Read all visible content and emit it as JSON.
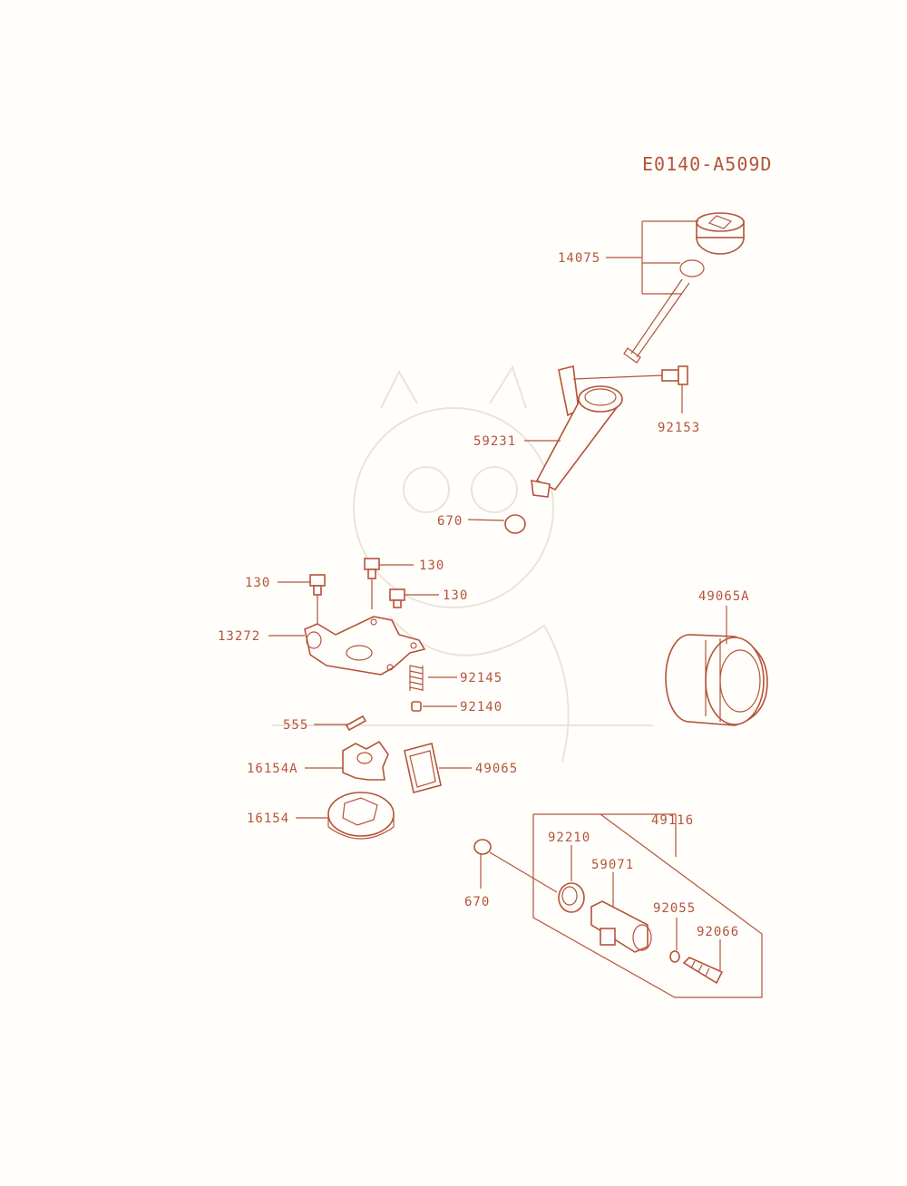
{
  "diagram_code": "E0140-A509D",
  "color": "#b5533a",
  "labels": {
    "p14075": "14075",
    "p92153": "92153",
    "p59231": "59231",
    "p670a": "670",
    "p130a": "130",
    "p130b": "130",
    "p130c": "130",
    "p13272": "13272",
    "p92145": "92145",
    "p92140": "92140",
    "p555": "555",
    "p16154A": "16154A",
    "p49065": "49065",
    "p16154": "16154",
    "p49065A": "49065A",
    "p49116": "49116",
    "p92210": "92210",
    "p59071": "59071",
    "p670b": "670",
    "p92055": "92055",
    "p92066": "92066"
  }
}
